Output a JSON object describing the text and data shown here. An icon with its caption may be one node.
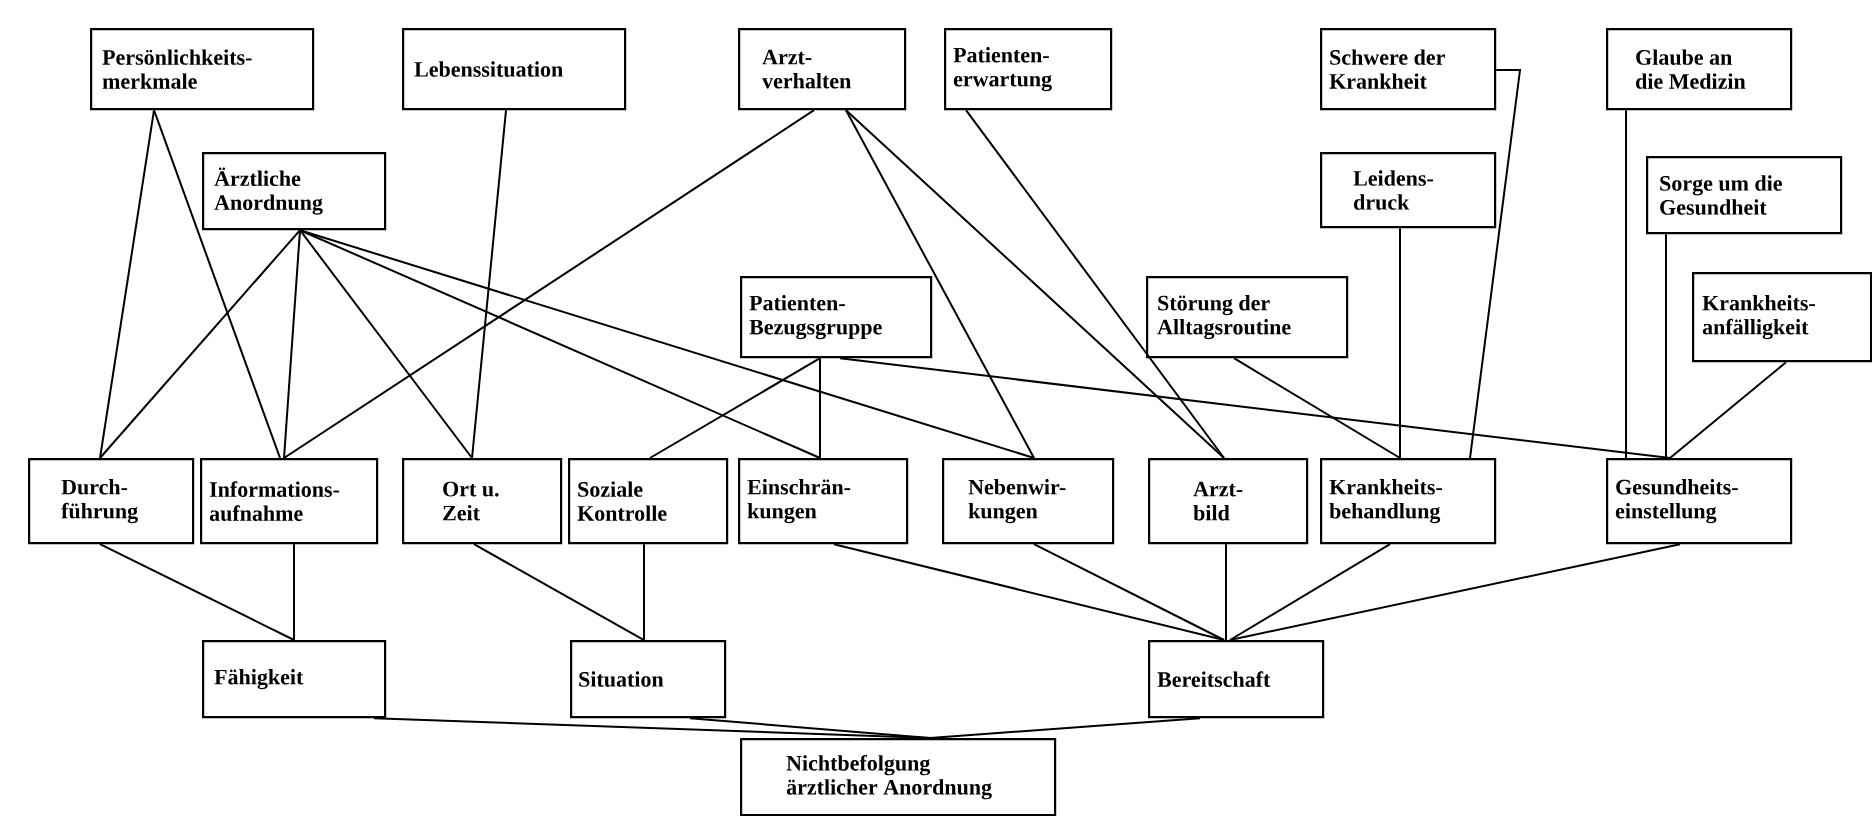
{
  "diagram": {
    "nodes": [
      {
        "text": [
          "Persönlichkeits- merkmale"
        ]
      },
      {
        "text": [
          "Lebenssituation"
        ]
      },
      {
        "text": [
          "Arzt- verhalten"
        ]
      },
      {
        "text": [
          "Patienten- erwartung"
        ]
      },
      {
        "text": [
          "Schwere der Krankheit"
        ]
      },
      {
        "text": [
          "Glaube an die Medizin"
        ]
      },
      {
        "text": [
          "Ärztliche Anordnung"
        ]
      },
      {
        "text": [
          "Leidens- druck"
        ]
      },
      {
        "text": [
          "Sorge um die Gesundheit"
        ]
      },
      {
        "text": [
          "Patienten- Bezugsgruppe"
        ]
      },
      {
        "text": [
          "Störung der Alltagsroutine"
        ]
      },
      {
        "text": [
          "Krankheits- anfälligkeit"
        ]
      },
      {
        "text": [
          "Durch- führung"
        ]
      },
      {
        "text": [
          "Informations- aufnahme"
        ]
      },
      {
        "text": [
          "Ort u. Zeit"
        ]
      },
      {
        "text": [
          "Soziale Kontrolle"
        ]
      },
      {
        "text": [
          "Einschrän- kungen"
        ]
      },
      {
        "text": [
          "Nebenwir- kungen"
        ]
      },
      {
        "text": [
          "Arzt- bild"
        ]
      },
      {
        "text": [
          "Krankheits- behandlung"
        ]
      },
      {
        "text": [
          "Gesundheits- einstellung"
        ]
      },
      {
        "text": [
          "Fähigkeit"
        ]
      },
      {
        "text": [
          "Situation"
        ]
      },
      {
        "text": [
          "Bereitschaft"
        ]
      },
      {
        "text": [
          "Nichtbefolgung ärztlicher Anordnung"
        ]
      }
    ],
    "edges": [
      {
        "from": 0,
        "to": 12,
        "arrow": "none"
      },
      {
        "from": 0,
        "to": 13,
        "arrow": "none"
      },
      {
        "from": 6,
        "to": 12,
        "arrow": "none"
      },
      {
        "from": 6,
        "to": 13,
        "arrow": "none"
      },
      {
        "from": 6,
        "to": 14,
        "arrow": "none"
      },
      {
        "from": 6,
        "to": 16,
        "arrow": "none"
      },
      {
        "from": 6,
        "to": 17,
        "arrow": "none"
      },
      {
        "from": 1,
        "to": 14,
        "arrow": "none"
      },
      {
        "from": 2,
        "to": 13,
        "arrow": "none"
      },
      {
        "from": 2,
        "to": 17,
        "arrow": "none"
      },
      {
        "from": 2,
        "to": 18,
        "arrow": "none"
      },
      {
        "from": 3,
        "to": 18,
        "arrow": "none"
      },
      {
        "from": 9,
        "to": 15,
        "arrow": "none"
      },
      {
        "from": 9,
        "to": 16,
        "arrow": "none"
      },
      {
        "from": 9,
        "to": 20,
        "arrow": "none"
      },
      {
        "from": 10,
        "to": 19,
        "arrow": "none"
      },
      {
        "from": 7,
        "to": 19,
        "arrow": "none"
      },
      {
        "from": 4,
        "to": 19,
        "arrow": "none"
      },
      {
        "from": 5,
        "to": 20,
        "arrow": "none"
      },
      {
        "from": 8,
        "to": 20,
        "arrow": "none"
      },
      {
        "from": 11,
        "to": 20,
        "arrow": "none"
      },
      {
        "from": 12,
        "to": 21,
        "arrow": "none"
      },
      {
        "from": 13,
        "to": 21,
        "arrow": "none"
      },
      {
        "from": 14,
        "to": 22,
        "arrow": "none"
      },
      {
        "from": 15,
        "to": 22,
        "arrow": "none"
      },
      {
        "from": 16,
        "to": 23,
        "arrow": "none"
      },
      {
        "from": 17,
        "to": 23,
        "arrow": "none"
      },
      {
        "from": 18,
        "to": 23,
        "arrow": "none"
      },
      {
        "from": 19,
        "to": 23,
        "arrow": "none"
      },
      {
        "from": 20,
        "to": 23,
        "arrow": "none"
      },
      {
        "from": 21,
        "to": 24,
        "arrow": "none"
      },
      {
        "from": 22,
        "to": 24,
        "arrow": "none"
      },
      {
        "from": 23,
        "to": 24,
        "arrow": "none"
      }
    ]
  }
}
